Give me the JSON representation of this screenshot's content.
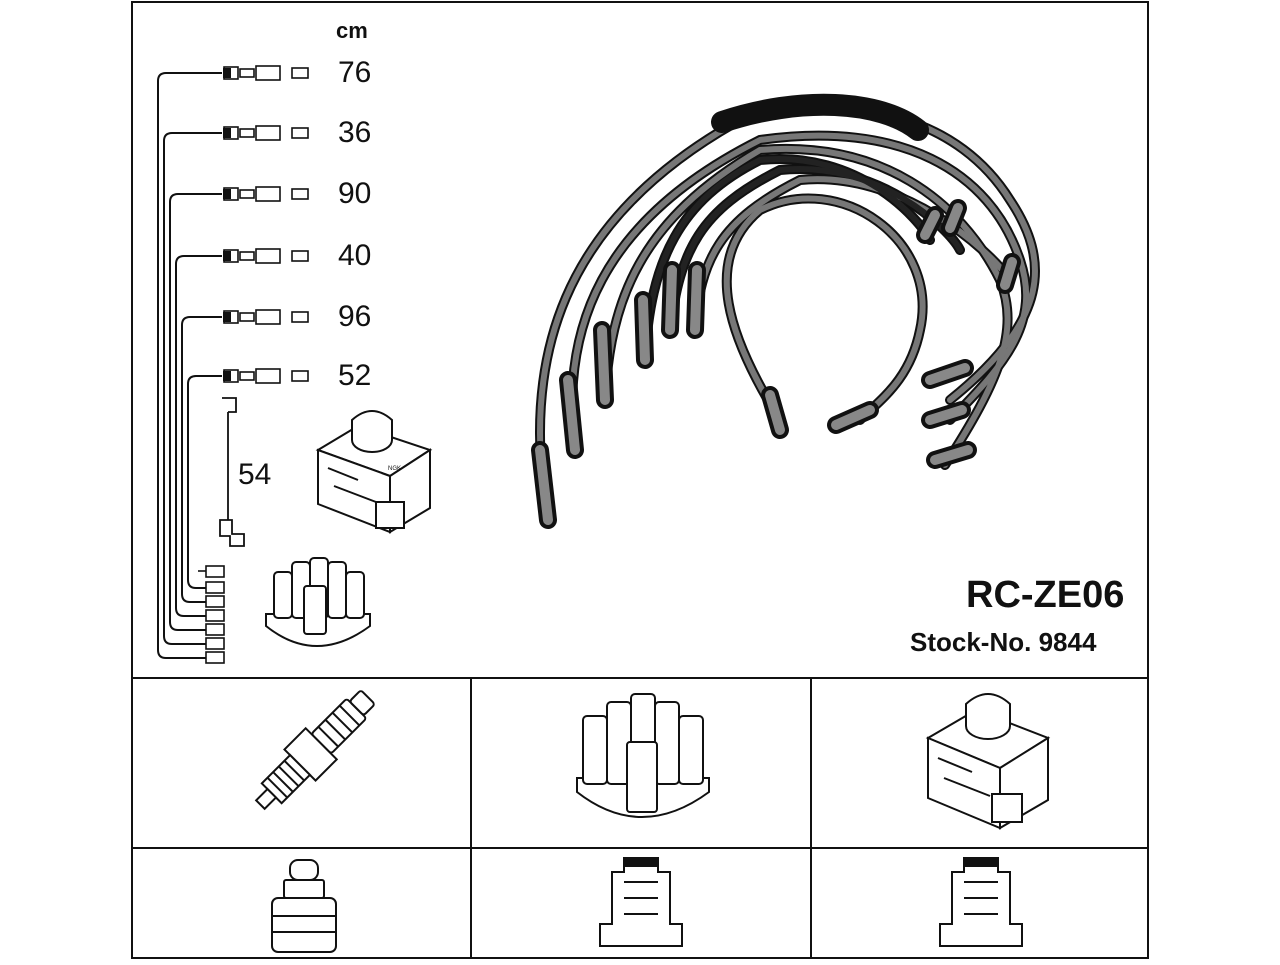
{
  "unit": "cm",
  "lengths": [
    "76",
    "36",
    "90",
    "40",
    "96",
    "52"
  ],
  "coil_lead_length": "54",
  "product_code": "RC-ZE06",
  "stock_number": "Stock-No. 9844",
  "parts": [
    {
      "icon": "spark-plug-icon"
    },
    {
      "icon": "distributor-cap-icon"
    },
    {
      "icon": "ignition-coil-icon"
    }
  ],
  "connectors": [
    {
      "icon": "plug-connector-icon"
    },
    {
      "icon": "cap-terminal-icon"
    },
    {
      "icon": "coil-terminal-icon"
    }
  ]
}
